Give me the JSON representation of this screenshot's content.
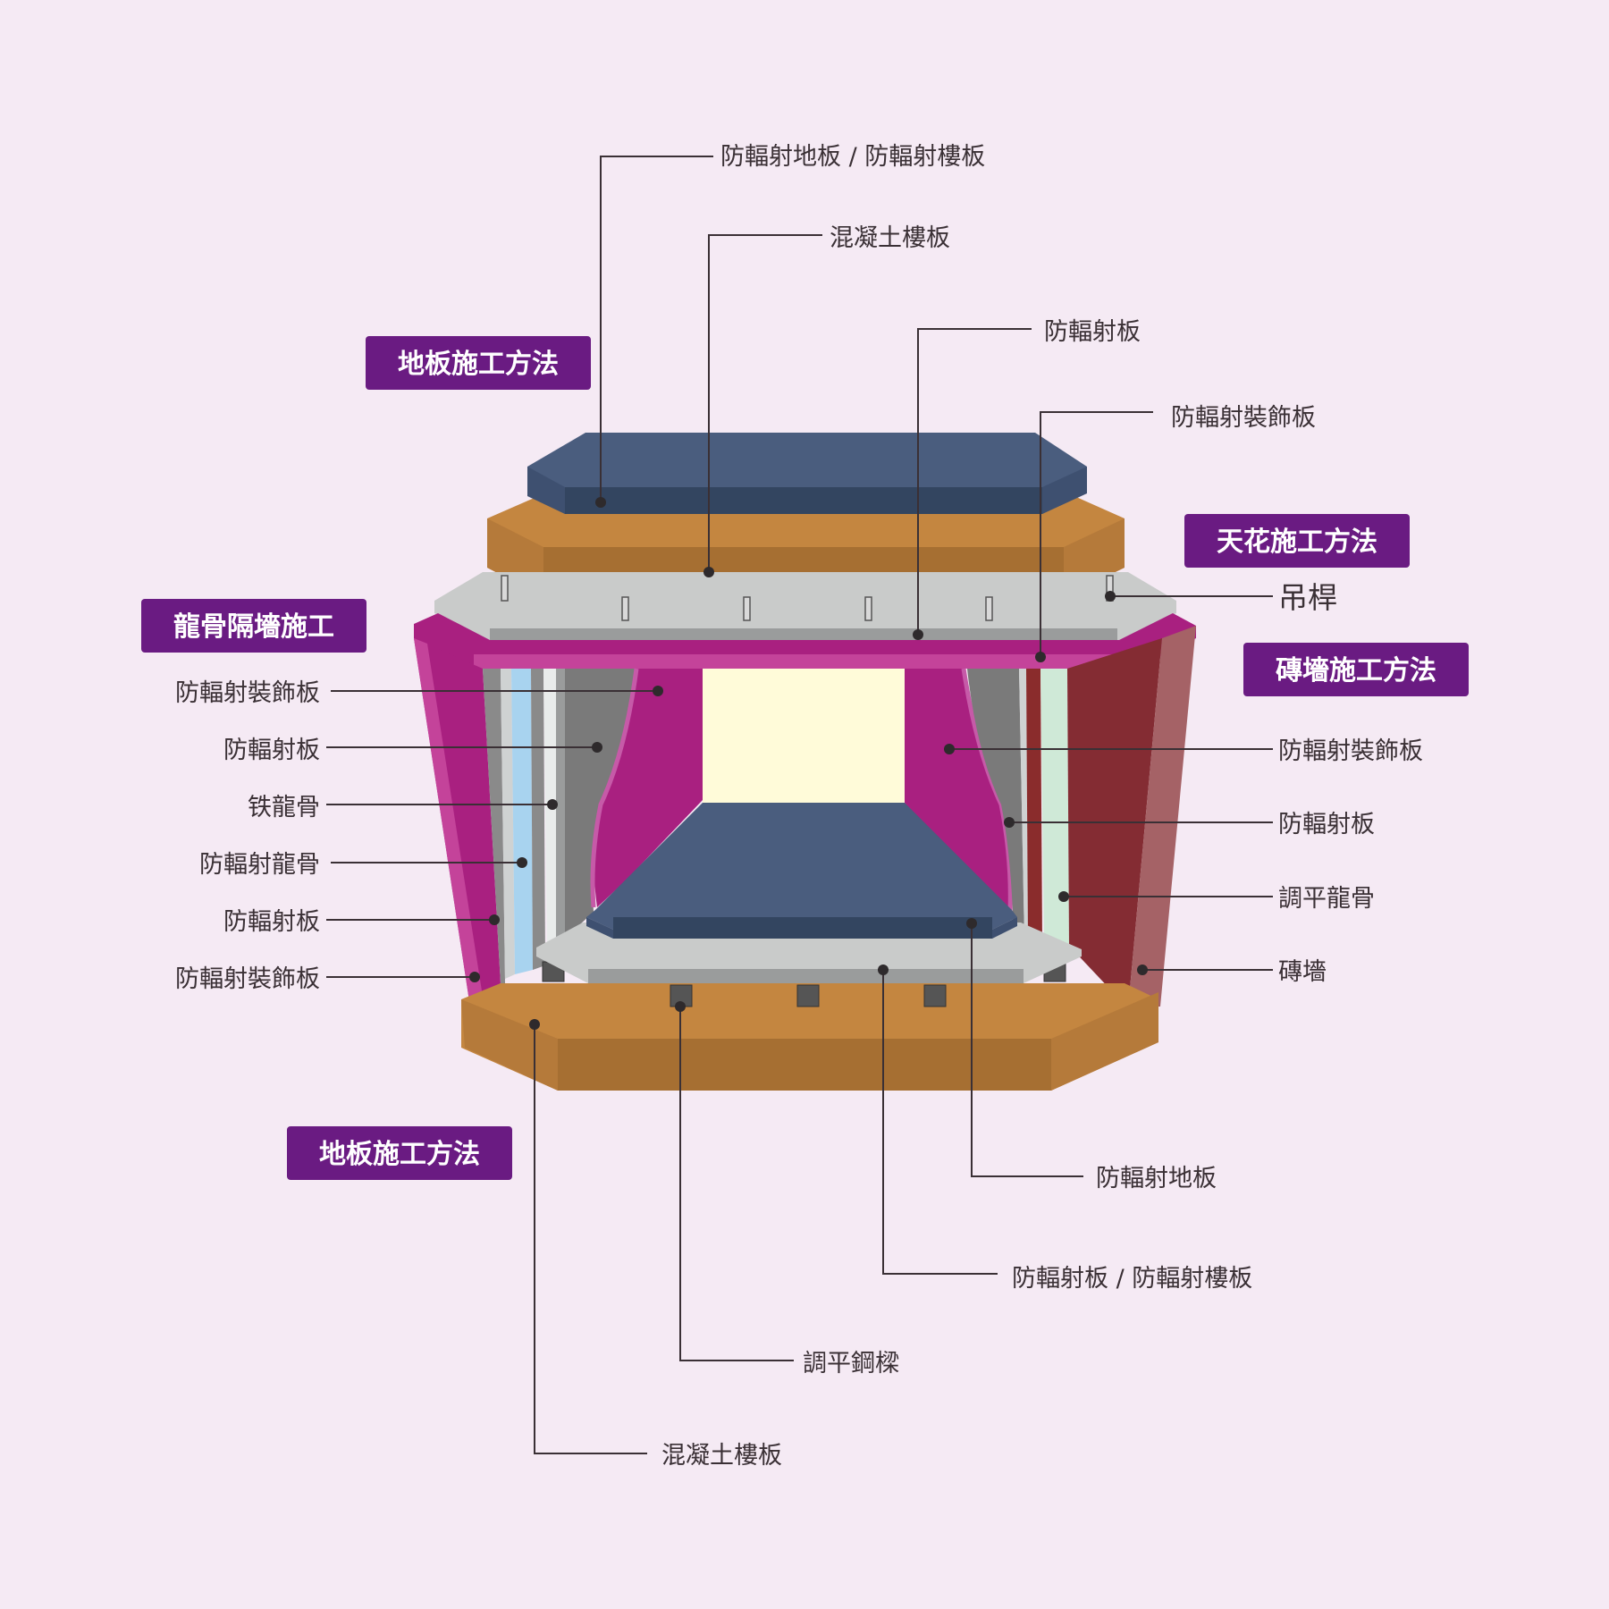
{
  "section_badges": {
    "floor_top": "地板施工方法",
    "ceiling": "天花施工方法",
    "stud_wall": "龍骨隔墻施工",
    "brick_wall": "磚墻施工方法",
    "floor_bottom": "地板施工方法"
  },
  "labels": {
    "top_floor_board": "防輻射地板 / 防輻射樓板",
    "top_concrete": "混凝土樓板",
    "ceiling_board": "防輻射板",
    "ceiling_deco": "防輻射裝飾板",
    "hanger_rod": "吊桿",
    "left_deco_1": "防輻射裝飾板",
    "left_board_1": "防輻射板",
    "left_iron_stud": "铁龍骨",
    "left_rad_stud": "防輻射龍骨",
    "left_board_2": "防輻射板",
    "left_deco_2": "防輻射裝飾板",
    "right_deco": "防輻射裝飾板",
    "right_board": "防輻射板",
    "right_level_stud": "調平龍骨",
    "right_brick": "磚墻",
    "bottom_floor_board": "防輻射地板",
    "bottom_board_slab": "防輻射板 / 防輻射樓板",
    "bottom_level_beam": "調平鋼樑",
    "bottom_concrete": "混凝土樓板"
  },
  "colors": {
    "background": "#f5eaf4",
    "badge": "#6a1b82",
    "navy": "#4a5d7e",
    "orange": "#c48640",
    "magenta": "#a92080",
    "brick": "#842c33",
    "gray": "#c9cbca",
    "cream": "#fffbd9"
  }
}
